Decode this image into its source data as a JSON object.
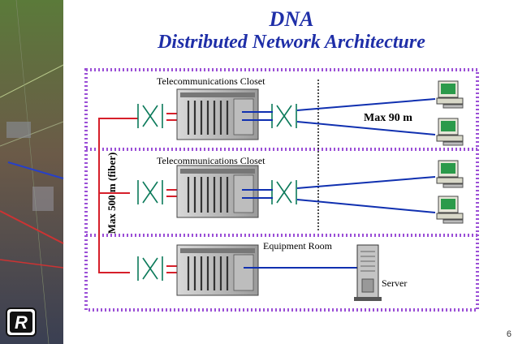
{
  "title": "DNA",
  "subtitle": "Distributed Network Architecture",
  "labels": {
    "closet_top": "Telecommunications Closet",
    "closet_mid": "Telecommunications Closet",
    "equipment_room": "Equipment Room",
    "max_fiber": "Max 500 m (fiber)",
    "max_copper": "Max 90 m",
    "server": "Server"
  },
  "logo_text": "R",
  "page_number": "6",
  "colors": {
    "title": "#1f2fa8",
    "zone_border": "#9b4fd6",
    "fiber": "#d61f2a",
    "copper": "#1030b0"
  }
}
